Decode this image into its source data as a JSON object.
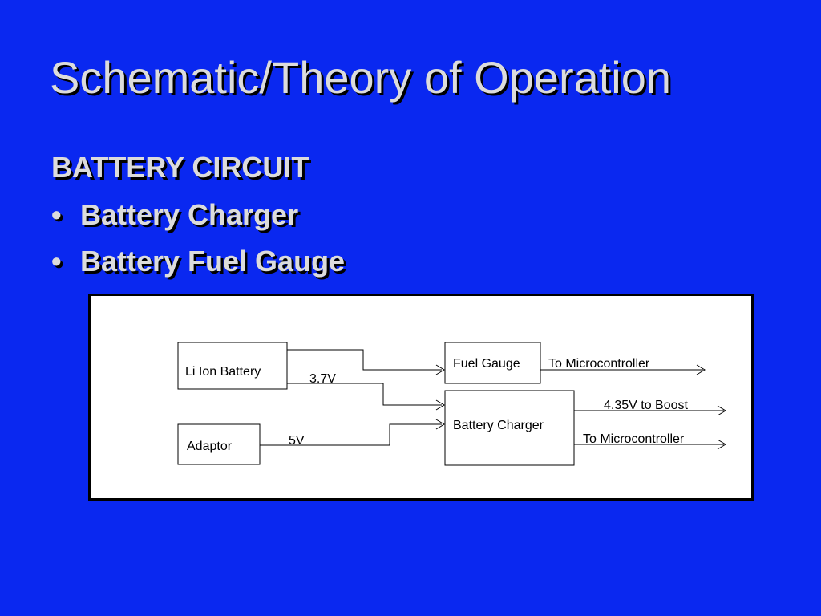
{
  "slide": {
    "title": "Schematic/Theory of Operation",
    "subheading": "BATTERY CIRCUIT",
    "bullets": [
      {
        "marker": "•",
        "text": "Battery Charger"
      },
      {
        "marker": "•",
        "text": "Battery Fuel Gauge"
      }
    ]
  },
  "diagram": {
    "blocks": {
      "battery": "Li Ion Battery",
      "adaptor": "Adaptor",
      "fuel_gauge": "Fuel Gauge",
      "charger": "Battery Charger"
    },
    "labels": {
      "battery_voltage": "3.7V",
      "adaptor_voltage": "5V",
      "fuel_gauge_output": "To Microcontroller",
      "charger_boost_output": "4.35V to Boost",
      "charger_mcu_output": "To Microcontroller"
    }
  },
  "colors": {
    "background": "#0a28f0",
    "text": "#dcdcdc",
    "shadow": "#000000",
    "panel": "#ffffff"
  }
}
